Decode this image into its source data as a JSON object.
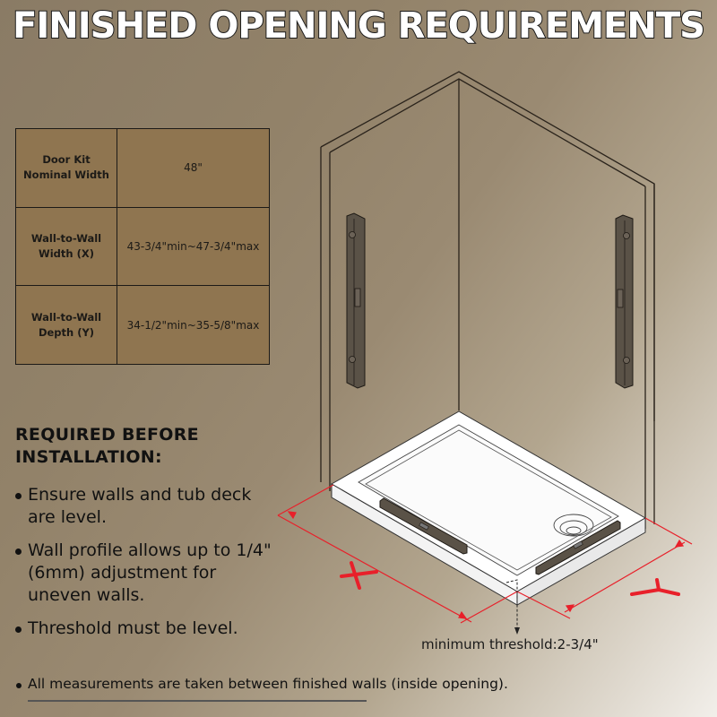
{
  "title": "FINISHED OPENING REQUIREMENTS",
  "spec_table": {
    "rows": [
      {
        "label": "Door Kit Nominal Width",
        "label_line1": "Door Kit",
        "label_line2": "Nominal Width",
        "value": "48\""
      },
      {
        "label": "Wall-to-Wall Width (X)",
        "label_line1": "Wall-to-Wall",
        "label_line2": "Width (X)",
        "value": "43-3/4\"min~47-3/4\"max"
      },
      {
        "label": "Wall-to-Wall Depth (Y)",
        "label_line1": "Wall-to-Wall",
        "label_line2": "Depth (Y)",
        "value": "34-1/2\"min~35-5/8\"max"
      }
    ]
  },
  "requirements": {
    "heading_line1": "REQUIRED BEFORE",
    "heading_line2": "INSTALLATION:",
    "items": [
      "Ensure walls and tub deck are level.",
      "Wall profile allows up to 1/4\" (6mm) adjustment for uneven walls.",
      "Threshold must be level."
    ]
  },
  "footnote": "All measurements are taken between finished walls (inside opening).",
  "diagram": {
    "x_label": "X",
    "y_label": "Y",
    "threshold_label": "minimum threshold:2-3/4\"",
    "dimension_color": "#e8202a",
    "wall_profile_color": "#5a5247",
    "base_color": "#ffffff"
  }
}
